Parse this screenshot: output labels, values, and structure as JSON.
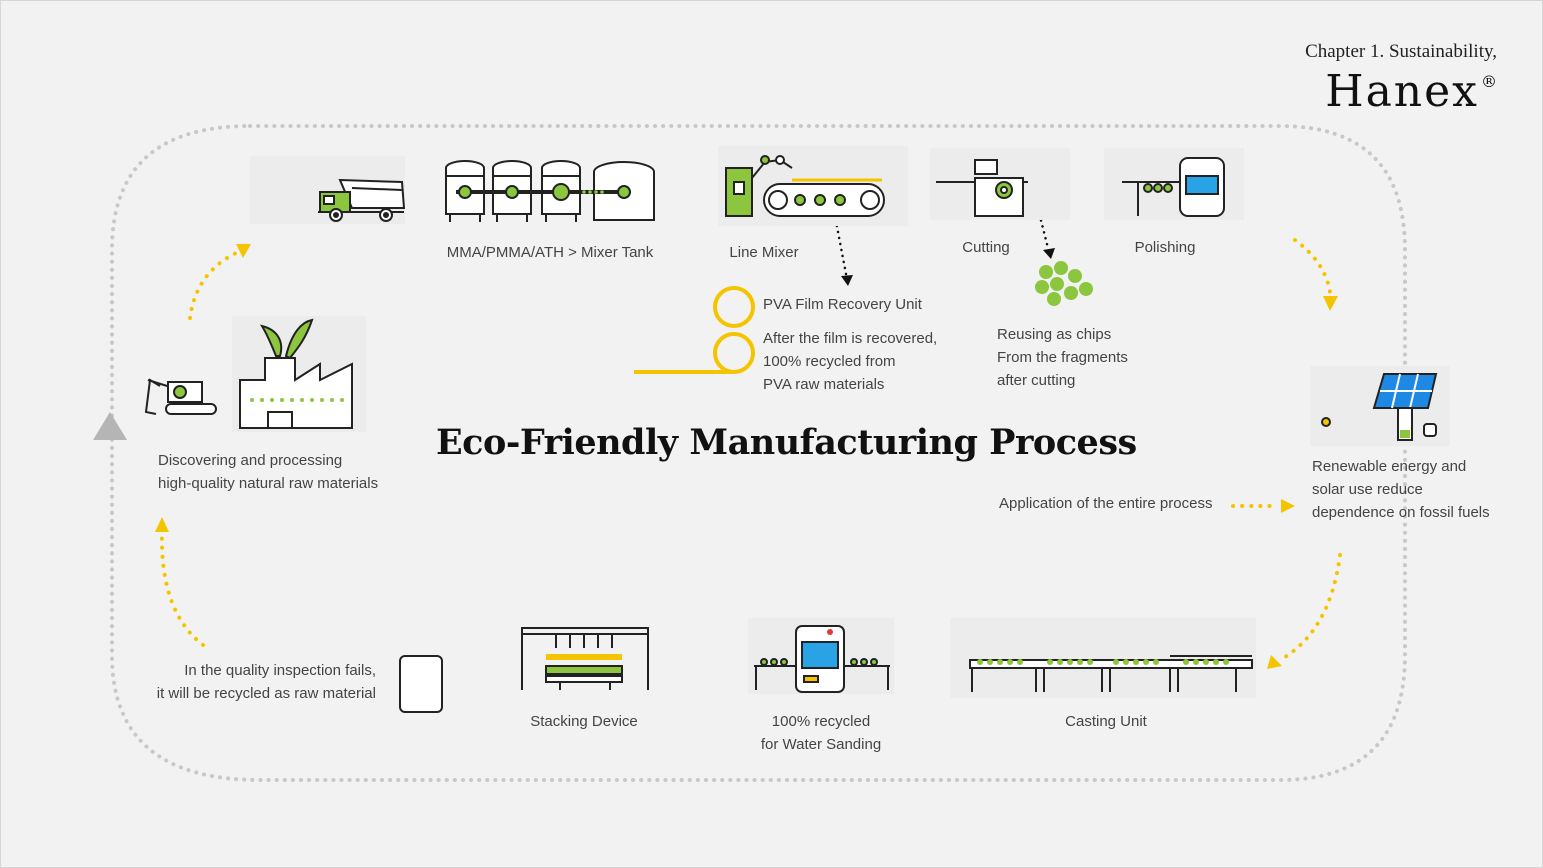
{
  "header": {
    "chapter": "Chapter 1. Sustainability,",
    "brand": "Hanex",
    "trademark": "®"
  },
  "title": "Eco-Friendly Manufacturing Process",
  "colors": {
    "accent_green": "#8cc63f",
    "accent_yellow": "#f5c400",
    "line_dark": "#222222",
    "solar_blue": "#1e88e5",
    "water_blue": "#29a3e6"
  },
  "steps": {
    "raw_materials": {
      "line1": "Discovering and processing",
      "line2": "high-quality natural raw materials",
      "icon": "excavator-factory-icon"
    },
    "transport": {
      "icon": "dump-truck-icon"
    },
    "mixer_tank": {
      "label": "MMA/PMMA/ATH > Mixer Tank",
      "icon": "mixer-tanks-icon"
    },
    "line_mixer": {
      "label": "Line Mixer",
      "icon": "line-mixer-robot-icon"
    },
    "cutting": {
      "label": "Cutting",
      "icon": "cutting-machine-icon"
    },
    "polishing": {
      "label": "Polishing",
      "icon": "polishing-machine-icon"
    },
    "solar": {
      "line1": "Renewable energy and",
      "line2": "solar use reduce",
      "line3": "dependence on fossil fuels",
      "icon": "solar-panel-icon"
    },
    "casting": {
      "label": "Casting Unit",
      "icon": "casting-conveyor-icon"
    },
    "water_sanding": {
      "line1": "100% recycled",
      "line2": "for Water Sanding",
      "icon": "water-sanding-machine-icon"
    },
    "stacking": {
      "label": "Stacking Device",
      "icon": "stacking-device-icon"
    },
    "quality": {
      "line1": "In the quality inspection fails,",
      "line2": "it will be recycled as raw material",
      "icon": "slab-icon"
    }
  },
  "notes": {
    "pva_title": "PVA Film Recovery Unit",
    "pva_line1": "After the film is recovered,",
    "pva_line2": "100% recycled from",
    "pva_line3": "PVA raw materials",
    "chips_line1": "Reusing as chips",
    "chips_line2": "From the fragments",
    "chips_line3": "after cutting",
    "application": "Application of the entire process"
  }
}
